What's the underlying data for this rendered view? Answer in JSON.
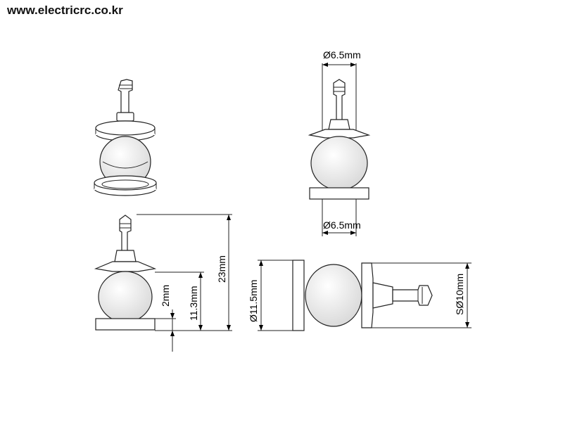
{
  "header": {
    "website": "www.electricrc.co.kr"
  },
  "dimensions": {
    "top_diameter": "Ø6.5mm",
    "bottom_diameter": "Ø6.5mm",
    "height_2": "2mm",
    "height_113": "11.3mm",
    "height_23": "23mm",
    "diameter_115": "Ø11.5mm",
    "sphere_diameter": "SØ10mm"
  }
}
